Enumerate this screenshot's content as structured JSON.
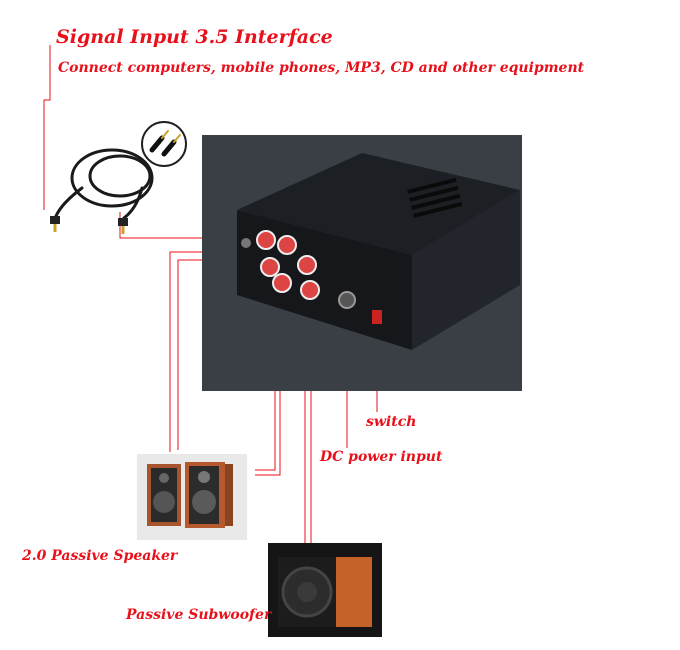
{
  "labels": {
    "title": "Signal Input    3.5 Interface",
    "subtitle": "Connect computers, mobile phones, MP3, CD and other equipment",
    "switch": "switch",
    "dc_power": "DC power input",
    "speaker": "2.0 Passive Speaker",
    "subwoofer": "Passive Subwoofer"
  },
  "colors": {
    "accent": "#e8101a",
    "amp_body": "#1c1f24"
  },
  "icons": {
    "cable": "audio-cable-3.5mm",
    "amplifier": "amplifier-device",
    "speakers": "bookshelf-speakers",
    "subwoofer": "subwoofer-speaker"
  }
}
